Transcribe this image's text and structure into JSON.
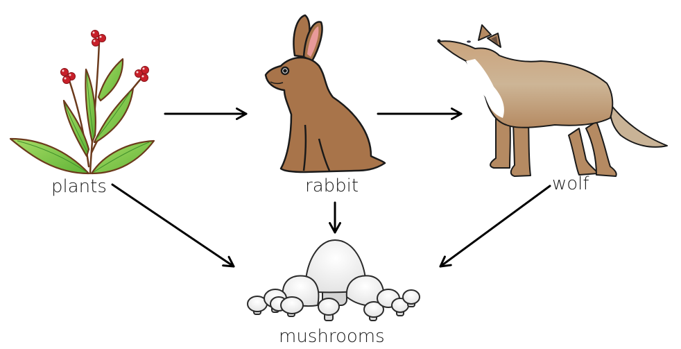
{
  "diagram": {
    "type": "food-web",
    "nodes": [
      {
        "id": "plants",
        "label": "plants",
        "icon": "plant-with-berries-icon"
      },
      {
        "id": "rabbit",
        "label": "rabbit",
        "icon": "rabbit-icon"
      },
      {
        "id": "wolf",
        "label": "wolf",
        "icon": "wolf-icon"
      },
      {
        "id": "mushrooms",
        "label": "mushrooms",
        "icon": "mushrooms-icon"
      }
    ],
    "edges": [
      {
        "from": "plants",
        "to": "rabbit"
      },
      {
        "from": "rabbit",
        "to": "wolf"
      },
      {
        "from": "plants",
        "to": "mushrooms"
      },
      {
        "from": "rabbit",
        "to": "mushrooms"
      },
      {
        "from": "wolf",
        "to": "mushrooms"
      }
    ],
    "colors": {
      "leaf": "#7cc843",
      "leaf_outline": "#6b3a1c",
      "berry": "#c8202a",
      "rabbit": "#a8744a",
      "rabbit_ear": "#e89a9a",
      "wolf": "#c8ab8a",
      "wolf_dark": "#a97c55",
      "mushroom": "#f2f2f2",
      "arrow": "#000000",
      "text": "#1a1a1a"
    }
  }
}
